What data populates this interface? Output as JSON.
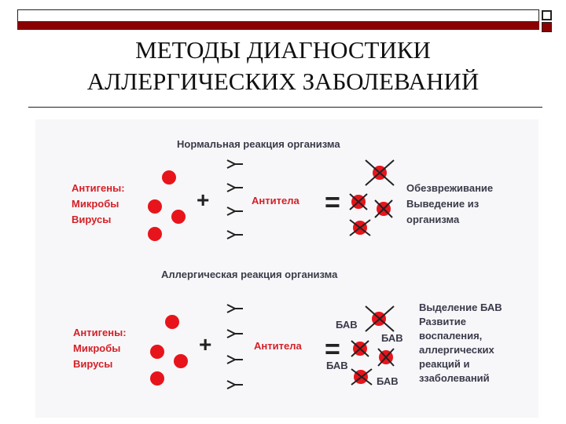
{
  "slide": {
    "title_line1": "МЕТОДЫ ДИАГНОСТИКИ",
    "title_line2": "АЛЛЕРГИЧЕСКИХ ЗАБОЛЕВАНИЙ"
  },
  "normal": {
    "heading": "Нормальная реакция организма",
    "antigens": [
      "Антигены:",
      "Микробы",
      "Вирусы"
    ],
    "plus": "+",
    "antibodies": "Антитела",
    "equals": "=",
    "result": [
      "Обезвреживание",
      "Выведение из",
      "организма"
    ]
  },
  "allergic": {
    "heading": "Аллергическая реакция организма",
    "antigens": [
      "Антигены:",
      "Микробы",
      "Вирусы"
    ],
    "plus": "+",
    "antibodies": "Антитела",
    "equals": "=",
    "bav_labels": [
      "БАВ",
      "БАВ",
      "БАВ",
      "БАВ"
    ],
    "result": [
      "Выделение БАВ",
      "Развитие",
      "воспаления,",
      "аллергических",
      "реакций и",
      "ззаболеваний"
    ]
  },
  "colors": {
    "antigen_red": "#e8141b",
    "heading_text": "#3a3a4a",
    "label_red": "#d42027",
    "frame_red": "#8b0000"
  }
}
